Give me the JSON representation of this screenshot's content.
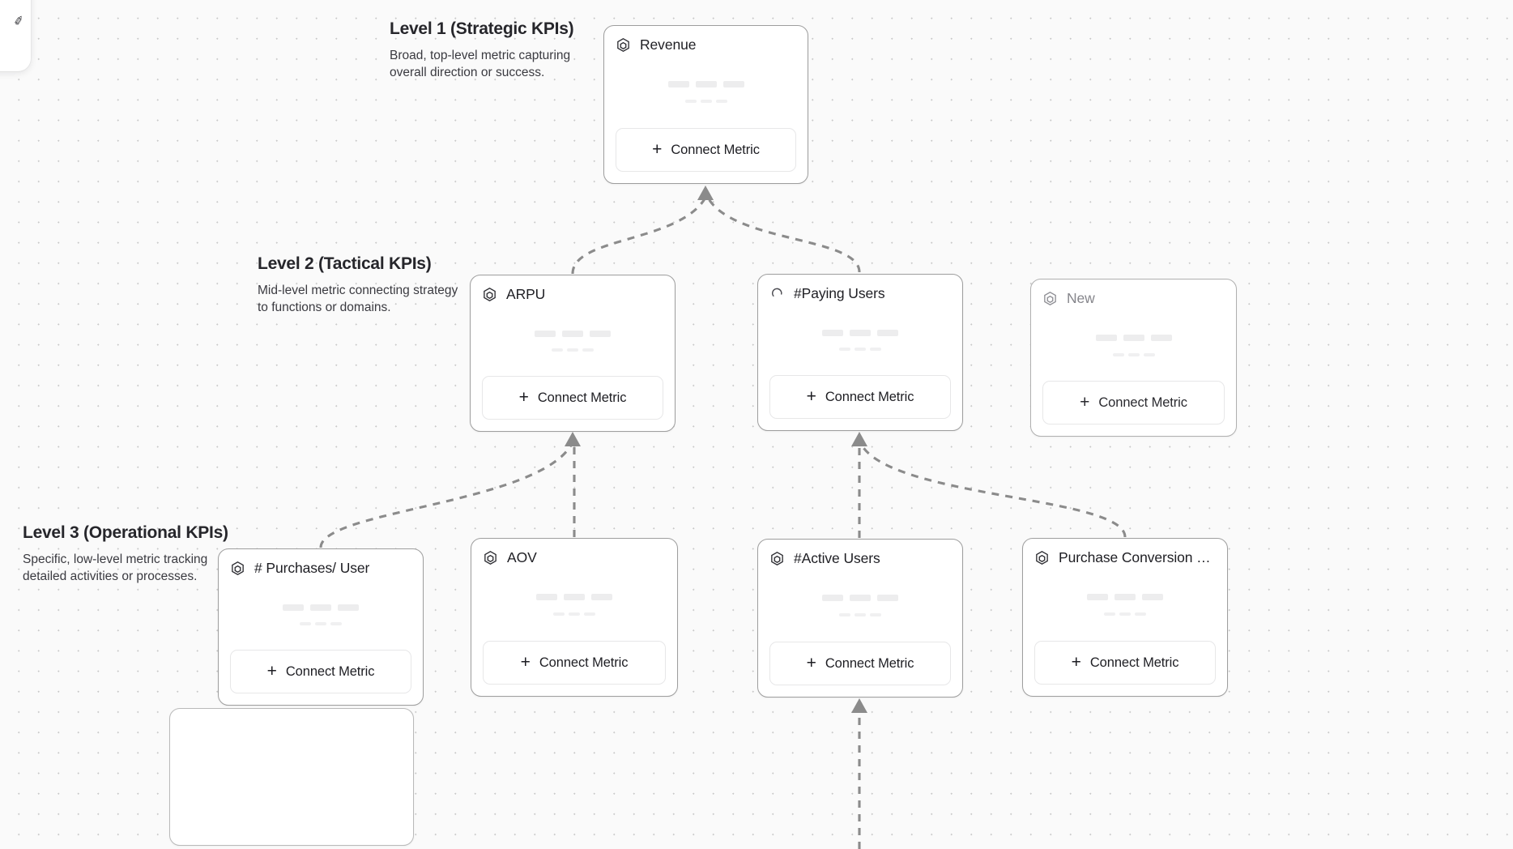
{
  "canvas": {
    "background_color": "#fafafa",
    "grid_dot_color": "#c9c9c9",
    "connector_color": "#8b8b8b"
  },
  "corner_panel": {
    "glyph": "✐"
  },
  "levels": [
    {
      "id": "level-1",
      "title": "Level 1 (Strategic KPIs)",
      "description": "Broad, top-level metric capturing overall direction or success."
    },
    {
      "id": "level-2",
      "title": "Level 2 (Tactical KPIs)",
      "description": "Mid-level metric connecting strategy to functions or domains."
    },
    {
      "id": "level-3",
      "title": "Level 3 (Operational KPIs)",
      "description": "Specific, low-level metric tracking detailed activities or processes."
    }
  ],
  "connect_button": {
    "plus": "+",
    "label": "Connect Metric"
  },
  "cards": [
    {
      "id": "revenue",
      "title": "Revenue",
      "icon": "hexagon-target-icon",
      "state": "normal",
      "level": 1
    },
    {
      "id": "arpu",
      "title": "ARPU",
      "icon": "hexagon-target-icon",
      "state": "normal",
      "level": 2
    },
    {
      "id": "paying-users",
      "title": "#Paying Users",
      "icon": "loading-spinner-icon",
      "state": "loading",
      "level": 2
    },
    {
      "id": "new",
      "title": "New",
      "icon": "hexagon-target-icon",
      "state": "muted",
      "level": 2
    },
    {
      "id": "purchases-per-user",
      "title": "# Purchases/ User",
      "icon": "hexagon-target-icon",
      "state": "normal",
      "level": 3
    },
    {
      "id": "aov",
      "title": "AOV",
      "icon": "hexagon-target-icon",
      "state": "normal",
      "level": 3
    },
    {
      "id": "active-users",
      "title": "#Active Users",
      "icon": "hexagon-target-icon",
      "state": "normal",
      "level": 3
    },
    {
      "id": "purchase-conversion-rate",
      "title": "Purchase Conversion Rate",
      "icon": "hexagon-target-icon",
      "state": "normal",
      "level": 3
    }
  ]
}
